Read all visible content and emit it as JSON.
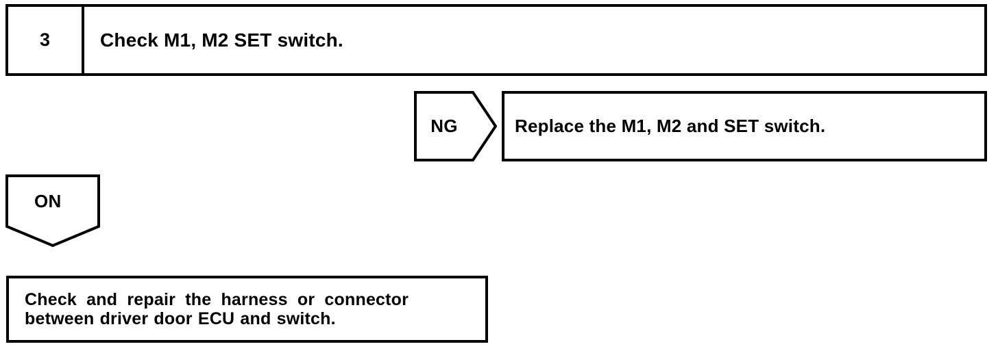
{
  "document": {
    "kind": "troubleshooting-flowchart",
    "background_color": "#ffffff",
    "ink_color": "#000000"
  },
  "step": {
    "number": "3",
    "instruction": "Check M1, M2 SET switch."
  },
  "branches": [
    {
      "id": "ng",
      "label": "NG",
      "shape": "pentagon-right",
      "result": "Replace the M1, M2 and SET switch."
    },
    {
      "id": "on",
      "label": "ON",
      "shape": "pentagon-down"
    }
  ],
  "final_action": {
    "line1": "Check and repair the harness or connector",
    "line2": "between driver door ECU and switch."
  }
}
